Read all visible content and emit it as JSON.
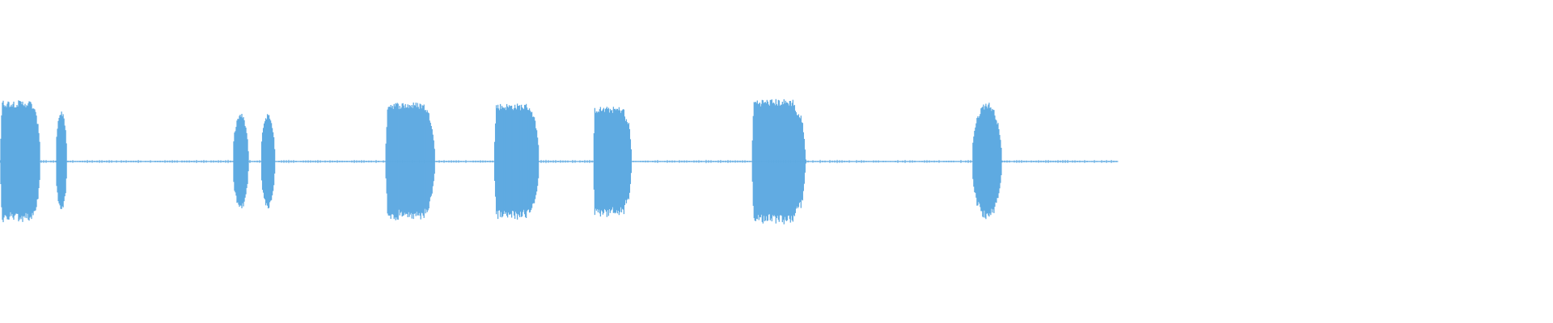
{
  "waveform": {
    "color": "#5FAAE1",
    "background": "#FFFFFF",
    "duration_fraction_drawn": 0.72,
    "segments": [
      {
        "start": 0.0,
        "end": 0.026,
        "peak": 0.95,
        "shape": "flat-round"
      },
      {
        "start": 0.036,
        "end": 0.043,
        "peak": 0.8,
        "shape": "round"
      },
      {
        "start": 0.15,
        "end": 0.16,
        "peak": 0.75,
        "shape": "round"
      },
      {
        "start": 0.168,
        "end": 0.177,
        "peak": 0.75,
        "shape": "round"
      },
      {
        "start": 0.248,
        "end": 0.28,
        "peak": 0.92,
        "shape": "flat-round"
      },
      {
        "start": 0.318,
        "end": 0.347,
        "peak": 0.9,
        "shape": "flat-round"
      },
      {
        "start": 0.382,
        "end": 0.407,
        "peak": 0.85,
        "shape": "flat-drop"
      },
      {
        "start": 0.484,
        "end": 0.519,
        "peak": 0.97,
        "shape": "flat-drop"
      },
      {
        "start": 0.626,
        "end": 0.645,
        "peak": 0.93,
        "shape": "round"
      }
    ]
  }
}
